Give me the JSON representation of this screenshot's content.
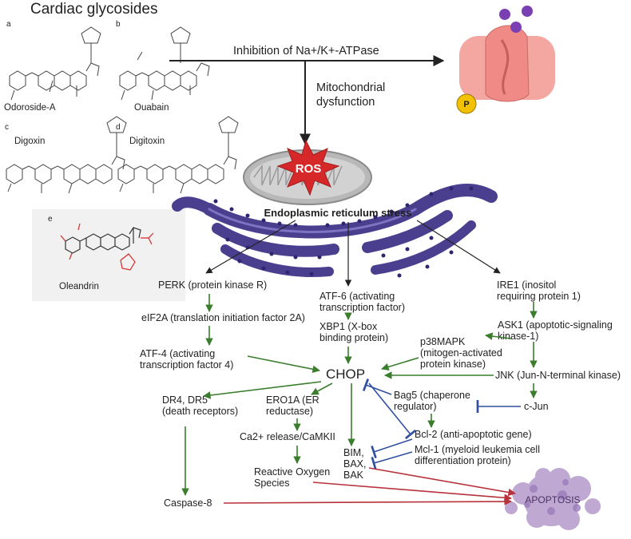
{
  "title": "Cardiac glycosides",
  "compounds": [
    {
      "letter": "a",
      "name": "Odoroside-A"
    },
    {
      "letter": "b",
      "name": "Ouabain"
    },
    {
      "letter": "c",
      "name": "Digoxin"
    },
    {
      "letter": "d",
      "name": "Digitoxin"
    },
    {
      "letter": "e",
      "name": "Oleandrin"
    }
  ],
  "inhibition_label": "Inhibition of Na+/K+-ATPase",
  "mito_label": [
    "Mitochondrial",
    "dysfunction"
  ],
  "ros_label": "ROS",
  "pump_badge": "P",
  "er_stress_label": "Endoplasmic reticulum stress",
  "nodes": {
    "perk": [
      "PERK (protein kinase R)"
    ],
    "atf6": [
      "ATF-6 (activating",
      "transcription factor)"
    ],
    "ire1": [
      "IRE1 (inositol",
      "requiring protein 1)"
    ],
    "eif2a": [
      "eIF2A (translation initiation factor 2A)"
    ],
    "xbp1": [
      "XBP1 (X-box",
      "binding protein)"
    ],
    "ask1": [
      "ASK1 (apoptotic-signaling",
      "kinase-1)"
    ],
    "atf4": [
      "ATF-4 (activating",
      "transcription factor 4)"
    ],
    "p38": [
      "p38MAPK",
      "(mitogen-activated",
      "protein kinase)"
    ],
    "jnk": [
      "JNK (Jun-N-terminal kinase)"
    ],
    "chop": [
      "CHOP"
    ],
    "bag5": [
      "Bag5 (chaperone",
      "regulator)"
    ],
    "cjun": [
      "c-Jun"
    ],
    "dr": [
      "DR4, DR5",
      "(death receptors)"
    ],
    "ero1a": [
      "ERO1A (ER",
      "reductase)"
    ],
    "bcl2": [
      "Bcl-2 (anti-apoptotic gene)"
    ],
    "mcl1": [
      "Mcl-1 (myeloid leukemia cell",
      "differentiation protein)"
    ],
    "ca": [
      "Ca2+ release/CaMKII"
    ],
    "bim": [
      "BIM,",
      "BAX,",
      "BAK"
    ],
    "ros2": [
      "Reactive Oxygen",
      "Species"
    ],
    "casp8": [
      "Caspase-8"
    ],
    "apoptosis": [
      "APOPTOSIS"
    ]
  },
  "colors": {
    "activation": "#3a7d2c",
    "inhibition": "#2f4fa0",
    "apoptosis_arrow": "#b8323c",
    "er": "#4a3f8f",
    "ros": "#d62828",
    "mito": "#b8b8b8",
    "pump": "#ef8a86",
    "ion": "#7a3fb3",
    "badge": "#f2c200",
    "apoptosis_cell": "#b59bcc"
  }
}
